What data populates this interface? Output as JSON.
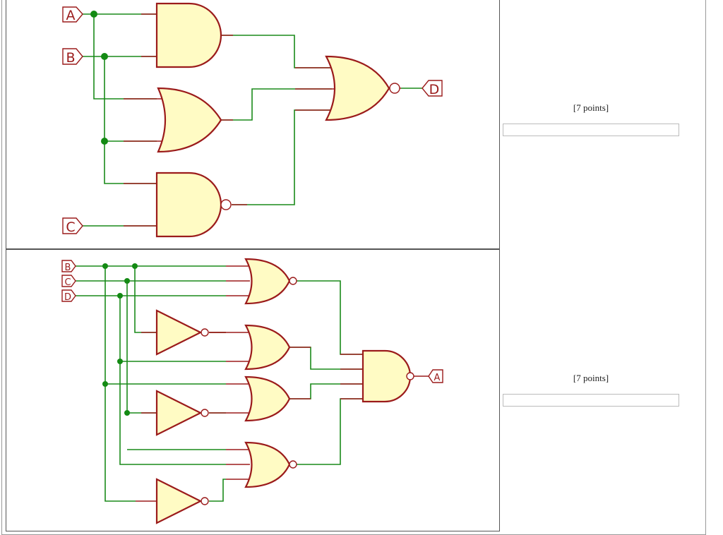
{
  "circuit1": {
    "inputs": [
      "A",
      "B",
      "C"
    ],
    "output": "D"
  },
  "circuit2": {
    "inputs": [
      "B",
      "C",
      "D"
    ],
    "output": "A"
  },
  "answer1": {
    "points_label": "[7 points]",
    "value": ""
  },
  "answer2": {
    "points_label": "[7 points]",
    "value": ""
  },
  "colors": {
    "wire": "#1a8a1a",
    "gate_stroke": "#9b1b1b",
    "gate_fill": "#fffbc4"
  }
}
